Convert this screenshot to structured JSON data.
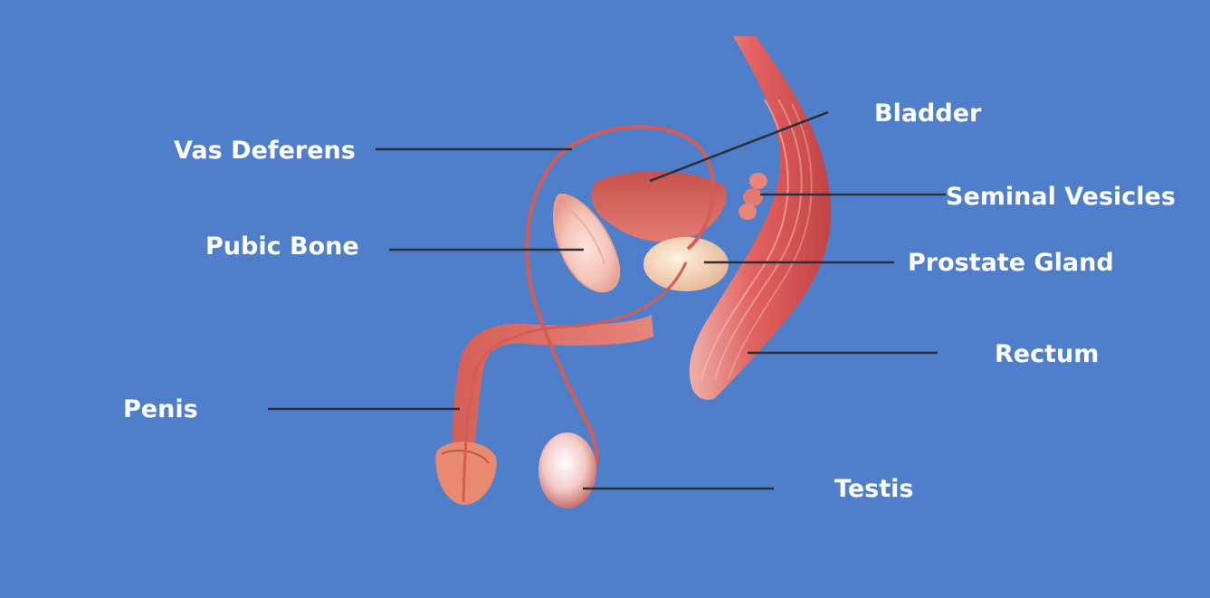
{
  "labels": {
    "bladder": "Bladder",
    "vas_deferens": "Vas Deferens",
    "seminal_vesicles": "Seminal Vesicles",
    "pubic_bone": "Pubic Bone",
    "prostate_gland": "Prostate Gland",
    "rectum": "Rectum",
    "penis": "Penis",
    "testis": "Testis"
  },
  "colors": {
    "background": "#4f7fca",
    "label_text": "#ffffff",
    "leader_line": "#2b2f3a",
    "tissue": "#e0675f",
    "tissue_light": "#f3a59a",
    "bone": "#f4c9c0"
  }
}
